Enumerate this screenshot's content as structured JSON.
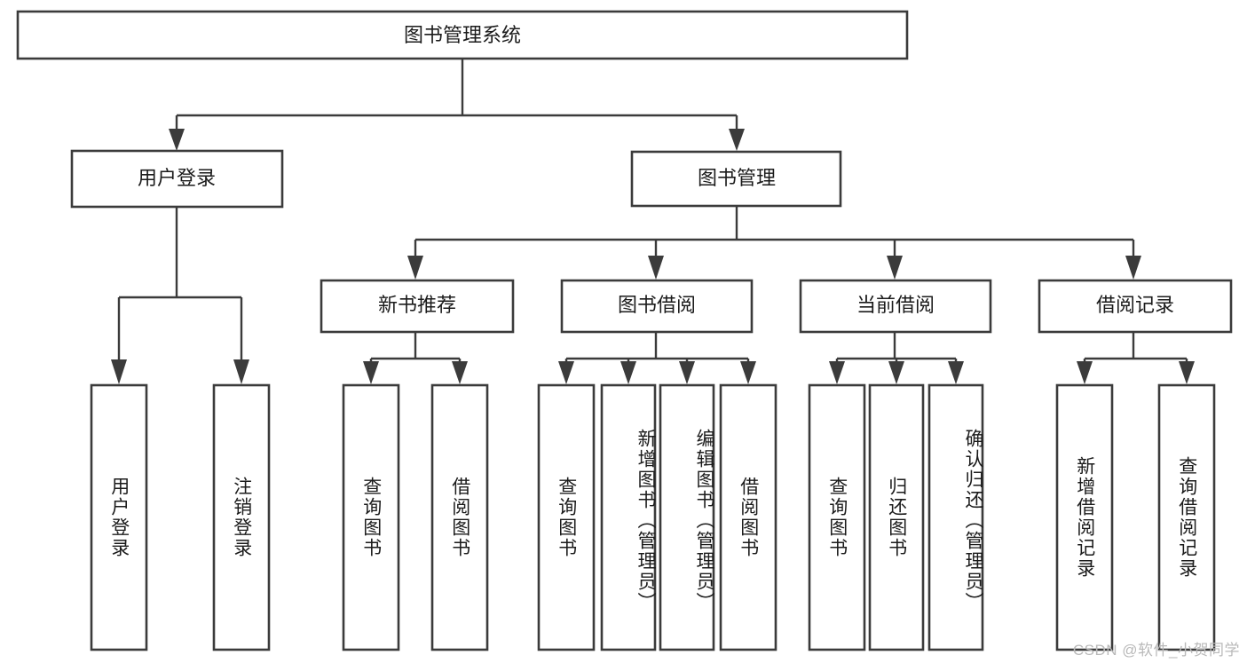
{
  "diagram": {
    "type": "hierarchy-tree",
    "title_node": {
      "label": "图书管理系统"
    },
    "level2": [
      {
        "label": "用户登录"
      },
      {
        "label": "图书管理"
      }
    ],
    "level3": [
      {
        "label": "新书推荐"
      },
      {
        "label": "图书借阅"
      },
      {
        "label": "当前借阅"
      },
      {
        "label": "借阅记录"
      }
    ],
    "leaves": {
      "user_login": [
        {
          "label": "用户登录"
        },
        {
          "label": "注销登录"
        }
      ],
      "new_book_recommend": [
        {
          "label": "查询图书"
        },
        {
          "label": "借阅图书"
        }
      ],
      "book_borrow": [
        {
          "label": "查询图书"
        },
        {
          "label": "新增图书（管理员）"
        },
        {
          "label": "编辑图书（管理员）"
        },
        {
          "label": "借阅图书"
        }
      ],
      "current_borrow": [
        {
          "label": "查询图书"
        },
        {
          "label": "归还图书"
        },
        {
          "label": "确认归还（管理员）"
        }
      ],
      "borrow_record": [
        {
          "label": "新增借阅记录"
        },
        {
          "label": "查询借阅记录"
        }
      ]
    }
  },
  "watermark": {
    "text": "CSDN @软件_小贺同学"
  },
  "colors": {
    "border": "#3b3b3b",
    "text": "#1b1b1b",
    "background": "#ffffff",
    "watermark": "#b9b9b9"
  }
}
